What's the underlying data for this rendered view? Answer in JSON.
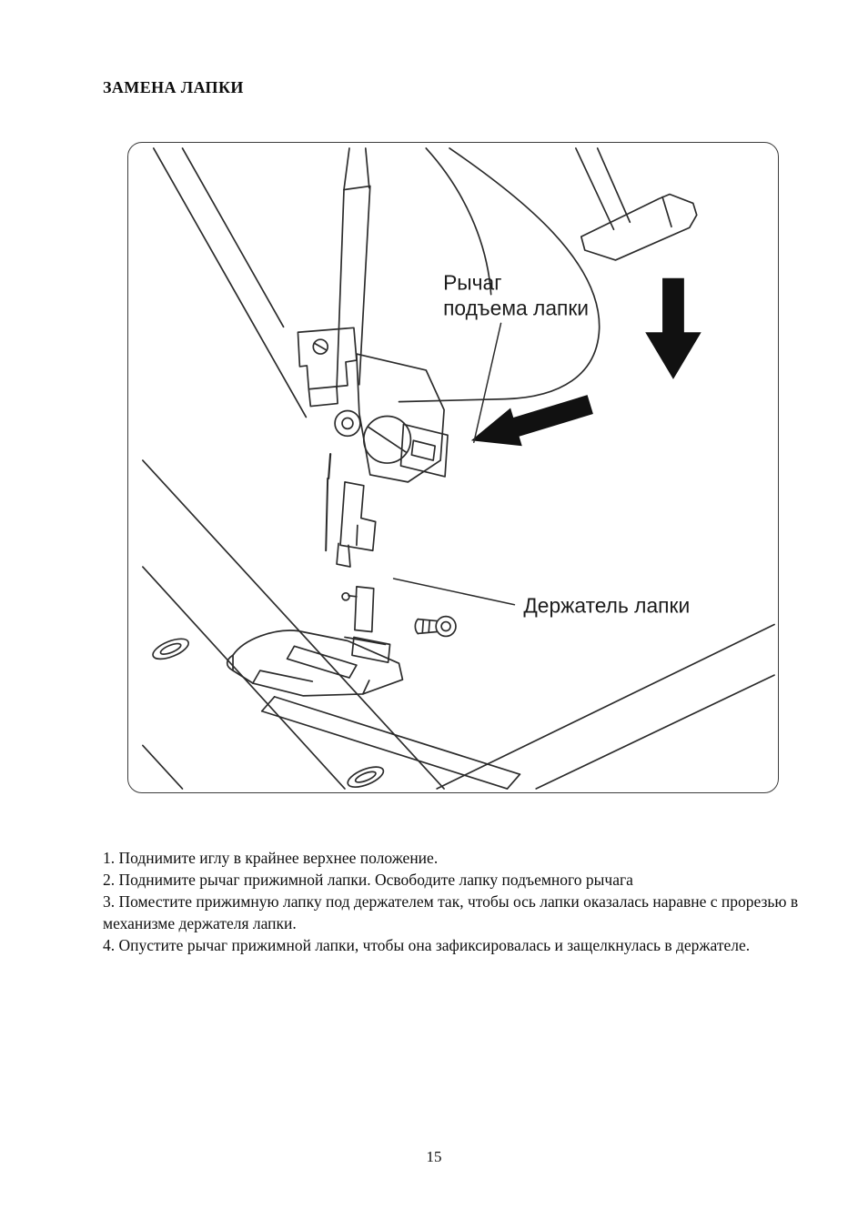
{
  "page": {
    "title": "ЗАМЕНА ЛАПКИ",
    "page_number": "15"
  },
  "figure": {
    "description": "line drawing of sewing machine presser foot replacement",
    "ink_color": "#2b2b2b",
    "labels": {
      "lever_line1": "Рычаг",
      "lever_line2": "подъема лапки",
      "holder": "Держатель лапки"
    }
  },
  "instructions": {
    "items": [
      "1. Поднимите иглу в крайнее верхнее положение.",
      "2. Поднимите рычаг прижимной лапки. Освободите лапку подъемного рычага",
      "3. Поместите прижимную лапку под держателем так, чтобы ось лапки оказалась наравне с прорезью в механизме держателя лапки.",
      "4. Опустите рычаг прижимной лапки, чтобы она зафиксировалась и защелкнулась в держателе."
    ]
  }
}
